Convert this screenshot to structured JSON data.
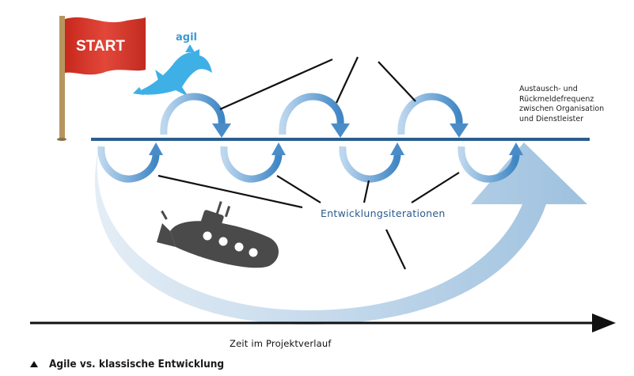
{
  "flag": {
    "label": "START",
    "color": "#d93a2b"
  },
  "labels": {
    "agile": "agil",
    "exchange": [
      "Austausch- und",
      "Rückmeldefrequenz",
      "zwischen Organisation",
      "und Dienstleister"
    ],
    "iterations": "Entwicklungsiterationen",
    "time_axis": "Zeit im Projektverlauf"
  },
  "caption": {
    "text": "Agile vs. klassische Entwicklung"
  },
  "icons": {
    "dolphin": "dolphin-icon",
    "submarine": "submarine-icon",
    "flag": "start-flag-icon"
  },
  "colors": {
    "timeline": "#2b5d8f",
    "iteration_arrow": "#5b95c9",
    "classic_arrow": "#c5dcee",
    "dolphin": "#3fb0e6",
    "submarine": "#4a4a4a"
  }
}
